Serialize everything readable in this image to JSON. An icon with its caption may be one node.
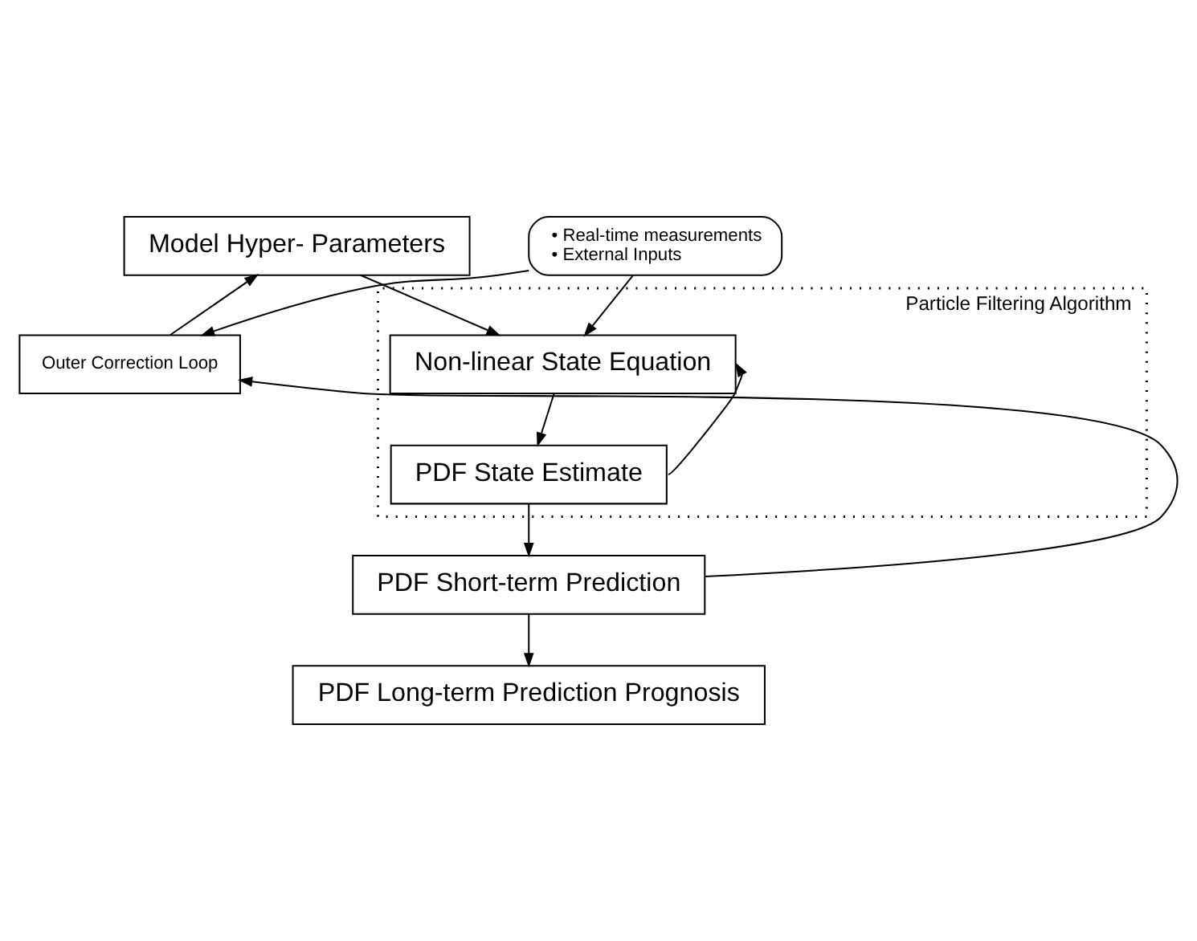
{
  "diagram": {
    "nodes": [
      {
        "text": [
          "Model Hyper- Parameters"
        ]
      },
      {
        "text": [
          "• Real-time measurements",
          "• External Inputs"
        ]
      },
      {
        "text": [
          "Particle Filtering Algorithm"
        ]
      },
      {
        "text": [
          "Non-linear State Equation"
        ],
        "in": 2
      },
      {
        "text": [
          "PDF State Estimate"
        ],
        "in": 2
      },
      {
        "text": [
          "Outer Correction Loop"
        ]
      },
      {
        "text": [
          "PDF Short-term Prediction"
        ]
      },
      {
        "text": [
          "PDF Long-term Prediction Prognosis"
        ]
      }
    ],
    "edges": [
      {
        "from": 5,
        "to": 0,
        "arrow": "to"
      },
      {
        "from": 0,
        "to": 3,
        "arrow": "to"
      },
      {
        "from": 1,
        "to": 3,
        "arrow": "to"
      },
      {
        "from": 1,
        "to": 5,
        "arrow": "to"
      },
      {
        "from": 3,
        "to": 4,
        "arrow": "to"
      },
      {
        "from": 4,
        "to": 3,
        "arrow": "to"
      },
      {
        "from": 4,
        "to": 6,
        "arrow": "to"
      },
      {
        "from": 6,
        "to": 5,
        "arrow": "to"
      },
      {
        "from": 6,
        "to": 7,
        "arrow": "to"
      }
    ]
  }
}
